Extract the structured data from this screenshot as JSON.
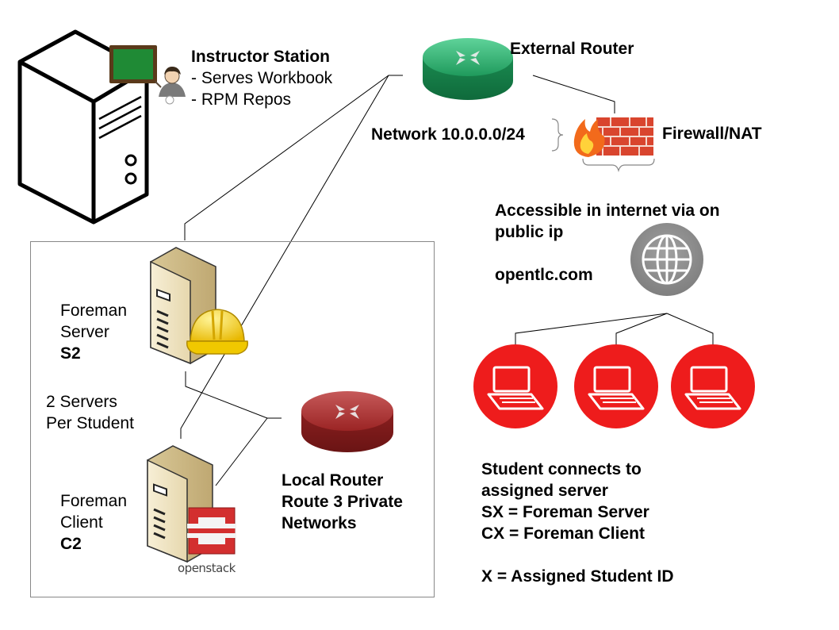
{
  "instructor": {
    "title": "Instructor Station",
    "lines": [
      "- Serves Workbook",
      "- RPM Repos"
    ]
  },
  "external_router": {
    "label": "External Router"
  },
  "network": {
    "label": "Network 10.0.0.0/24"
  },
  "firewall": {
    "label": "Firewall/NAT"
  },
  "internet": {
    "line1": "Accessible in internet via on",
    "line2": "public ip",
    "domain": "opentlc.com"
  },
  "foreman_server": {
    "line1": "Foreman",
    "line2": "Server",
    "id": "S2"
  },
  "servers_note": {
    "line1": "2 Servers",
    "line2": "Per Student"
  },
  "foreman_client": {
    "line1": "Foreman",
    "line2": "Client",
    "id": "C2"
  },
  "openstack": {
    "logo_text": "openstack"
  },
  "local_router": {
    "line1": "Local Router",
    "line2": "Route 3 Private",
    "line3": "Networks"
  },
  "student": {
    "line1": "Student connects to",
    "line2": "assigned server",
    "line3": "SX = Foreman Server",
    "line4": "CX = Foreman Client",
    "line5": "X = Assigned Student ID"
  },
  "colors": {
    "router_green": "#1e9a5c",
    "router_red": "#a52a2a",
    "laptop_red": "#ee1c1c",
    "globe_gray": "#8c8c8c",
    "brick_red": "#d9452e",
    "hardhat_yellow": "#f4d000",
    "openstack_red": "#d32f2f"
  },
  "icons": [
    "tower-server-icon",
    "chalkboard-icon",
    "instructor-person-icon",
    "router-icon",
    "firewall-icon",
    "flame-icon",
    "globe-icon",
    "laptop-icon",
    "rack-server-icon",
    "hard-hat-icon",
    "openstack-logo-icon"
  ]
}
